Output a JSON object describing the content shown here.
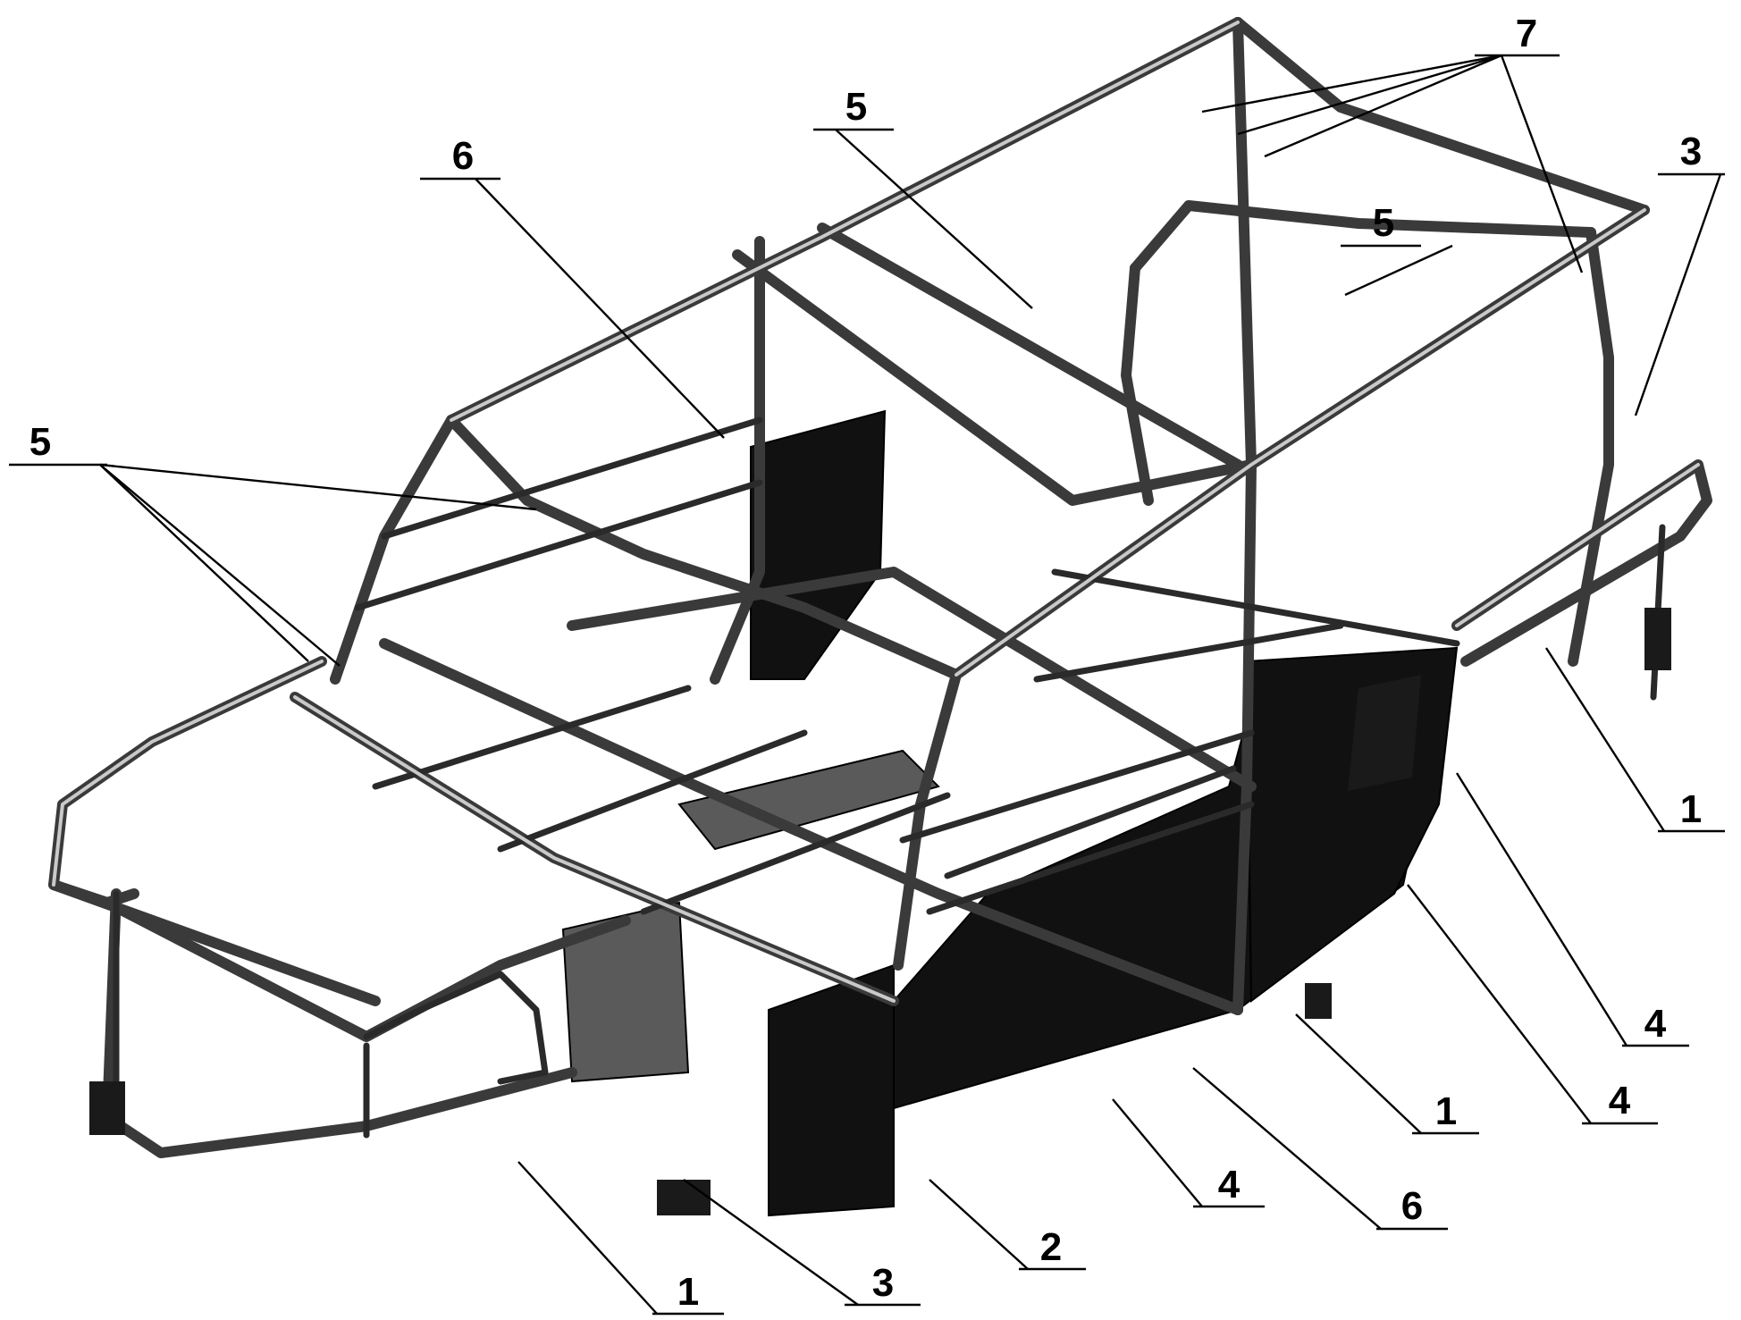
{
  "figure": {
    "callouts": [
      {
        "id": "c7",
        "text": "7"
      },
      {
        "id": "c5-top",
        "text": "5"
      },
      {
        "id": "c3-tr",
        "text": "3"
      },
      {
        "id": "c5-mid",
        "text": "5"
      },
      {
        "id": "c6-top",
        "text": "6"
      },
      {
        "id": "c5-left",
        "text": "5"
      },
      {
        "id": "c1-r",
        "text": "1"
      },
      {
        "id": "c4-r1",
        "text": "4"
      },
      {
        "id": "c4-r2",
        "text": "4"
      },
      {
        "id": "c1-mid",
        "text": "1"
      },
      {
        "id": "c4-b",
        "text": "4"
      },
      {
        "id": "c6-b",
        "text": "6"
      },
      {
        "id": "c2",
        "text": "2"
      },
      {
        "id": "c3-b",
        "text": "3"
      },
      {
        "id": "c1-b",
        "text": "1"
      }
    ]
  }
}
